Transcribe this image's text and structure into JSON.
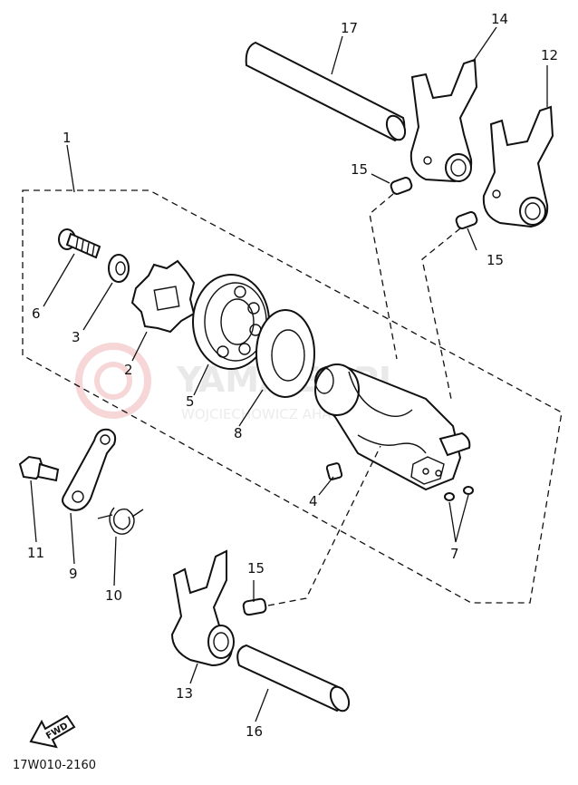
{
  "diagram": {
    "code": "17W010-2160",
    "fwd_label": "FWD",
    "watermark": {
      "main": "YAMA   EP.PL",
      "sub": "WOJCIECHOWICZ            AHA"
    },
    "callouts": [
      "1",
      "2",
      "3",
      "4",
      "5",
      "6",
      "7",
      "8",
      "9",
      "10",
      "11",
      "12",
      "13",
      "14",
      "15",
      "15",
      "15",
      "16",
      "17"
    ]
  }
}
